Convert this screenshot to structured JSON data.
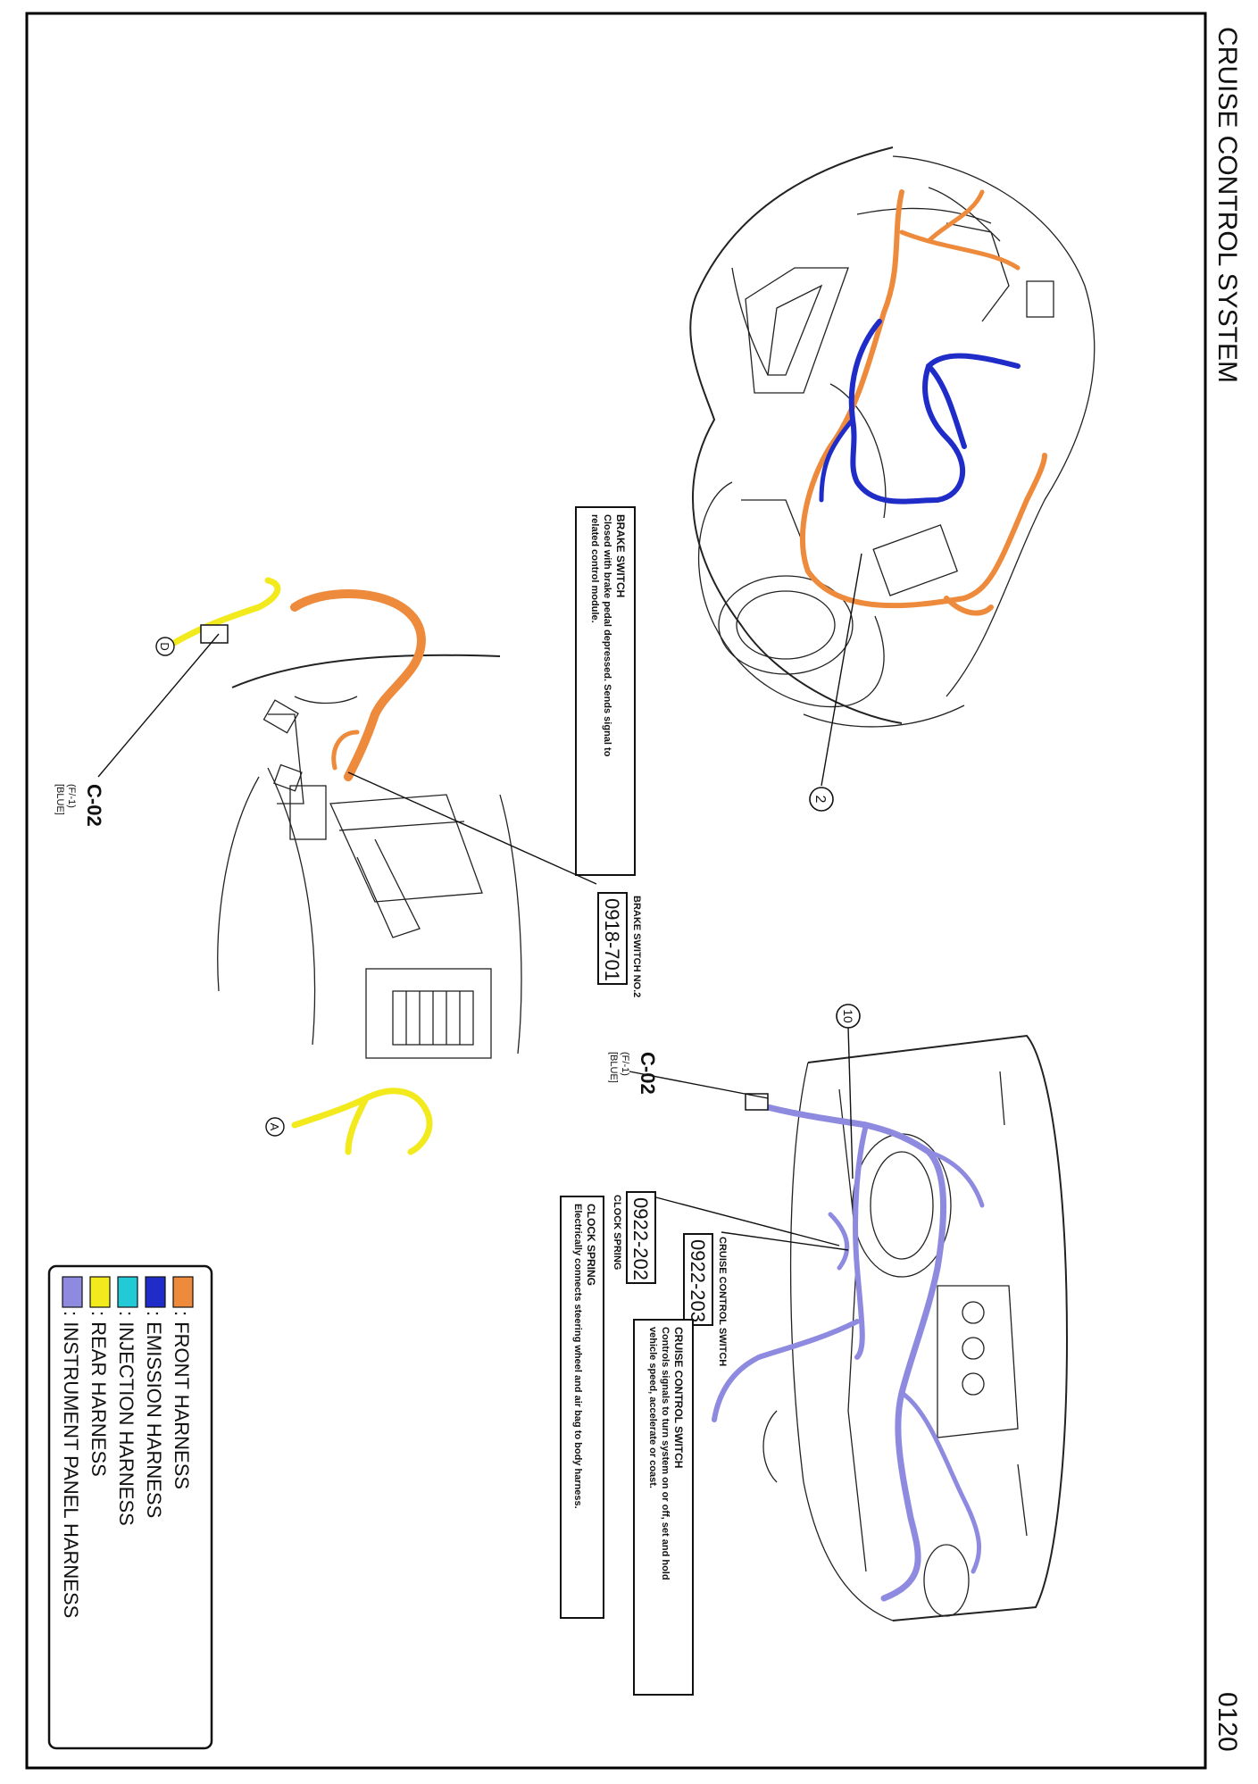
{
  "header": {
    "title": "CRUISE CONTROL SYSTEM",
    "page_number": "0120"
  },
  "colors": {
    "front": "#EE8A3C",
    "emission": "#1F2CC8",
    "injection": "#22C9D6",
    "rear": "#F2EA1C",
    "instrument_panel": "#8E8AE0"
  },
  "callouts": {
    "brake_switch": {
      "title": "BRAKE SWITCH",
      "line1": "Closed with brake pedal depressed. Sends signal to",
      "line2": "related control module."
    },
    "cruise_control_switch": {
      "title": "CRUISE CONTROL SWITCH",
      "line1": "Controls signals to turn system on or off, set and hold",
      "line2": "vehicle speed, accelerate or coast."
    },
    "clock_spring": {
      "title": "CLOCK SPRING",
      "line1": "Electrically connects steering wheel and air bag to body harness."
    }
  },
  "components": {
    "brake_switch_no2": {
      "code": "0918-701",
      "label": "BRAKE SWITCH NO.2"
    },
    "cruise_control_switch": {
      "code": "0922-203",
      "label": "CRUISE CONTROL SWITCH"
    },
    "clock_spring": {
      "code": "0922-202",
      "label": "CLOCK SPRING"
    }
  },
  "connectors": {
    "left": {
      "code": "C-02",
      "pins": "(F/-1)",
      "color": "[BLUE]"
    },
    "right": {
      "code": "C-02",
      "pins": "(F/-1)",
      "color": "[BLUE]"
    }
  },
  "markers": {
    "two": "2",
    "ten": "10",
    "a": "A",
    "d": "D"
  },
  "legend": {
    "items": [
      {
        "label": ": FRONT HARNESS",
        "color_key": "front"
      },
      {
        "label": ": EMISSION HARNESS",
        "color_key": "emission"
      },
      {
        "label": ": INJECTION HARNESS",
        "color_key": "injection"
      },
      {
        "label": ": REAR HARNESS",
        "color_key": "rear"
      },
      {
        "label": ": INSTRUMENT PANEL HARNESS",
        "color_key": "instrument_panel"
      }
    ]
  }
}
